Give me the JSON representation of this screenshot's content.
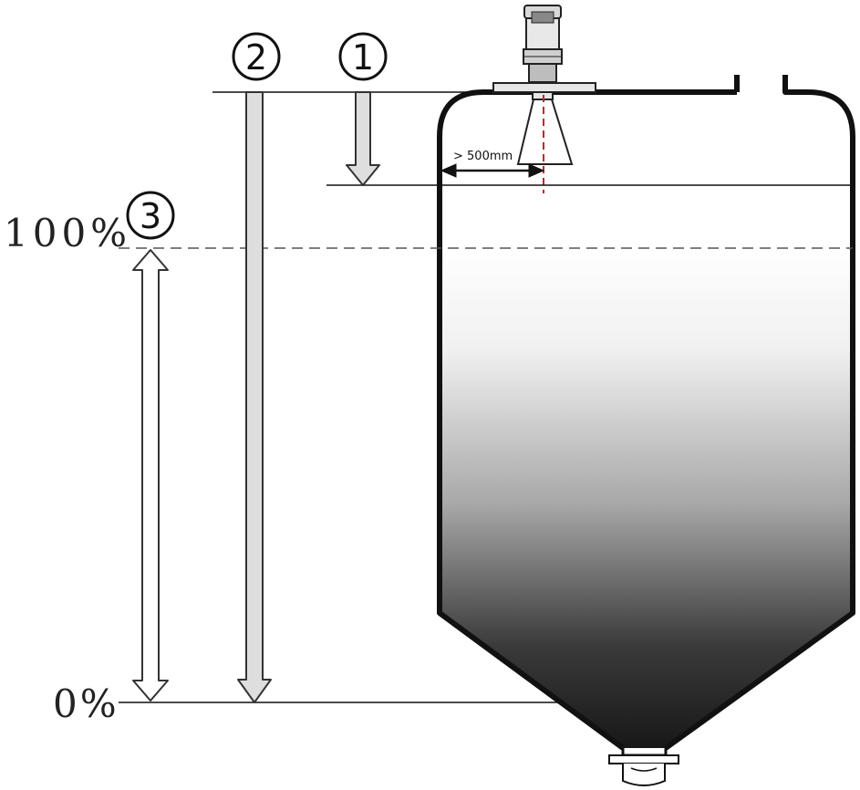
{
  "labels": {
    "full_level": "100%",
    "empty_level": "0%",
    "distance_note": "> 500mm"
  },
  "callouts": {
    "blocking_distance": "1",
    "measuring_range": "2",
    "span": "3"
  },
  "colors": {
    "line": "#111111",
    "dashed_reference": "#555555",
    "arrow_fill": "#dedede",
    "beam_axis": "#c0282a",
    "material_top": "#ffffff",
    "material_bottom": "#141414"
  }
}
